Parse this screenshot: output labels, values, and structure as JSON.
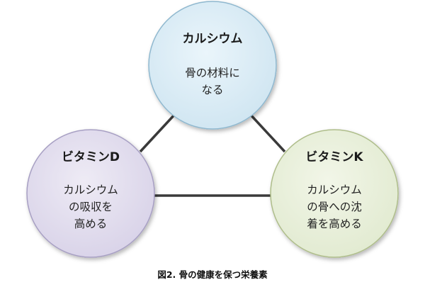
{
  "diagram": {
    "nodes": [
      {
        "id": "calcium",
        "title": "カルシウム",
        "lines": [
          "骨の材料に",
          "なる"
        ],
        "fill": "#d6eaf5",
        "stroke": "#8fb8cf"
      },
      {
        "id": "vitamin-d",
        "title": "ビタミンD",
        "lines": [
          "カルシウム",
          "の吸収を",
          "高める"
        ],
        "fill": "#e0dcec",
        "stroke": "#a79fc3"
      },
      {
        "id": "vitamin-k",
        "title": "ビタミンK",
        "lines": [
          "カルシウム",
          "の骨への沈",
          "着を高める"
        ],
        "fill": "#e8efd6",
        "stroke": "#aebd8a"
      }
    ],
    "edges": [
      {
        "from": "calcium",
        "to": "vitamin-d"
      },
      {
        "from": "calcium",
        "to": "vitamin-k"
      },
      {
        "from": "vitamin-d",
        "to": "vitamin-k"
      }
    ],
    "edge_color": "#3a3a3a"
  },
  "caption": "図2. 骨の健康を保つ栄養素"
}
